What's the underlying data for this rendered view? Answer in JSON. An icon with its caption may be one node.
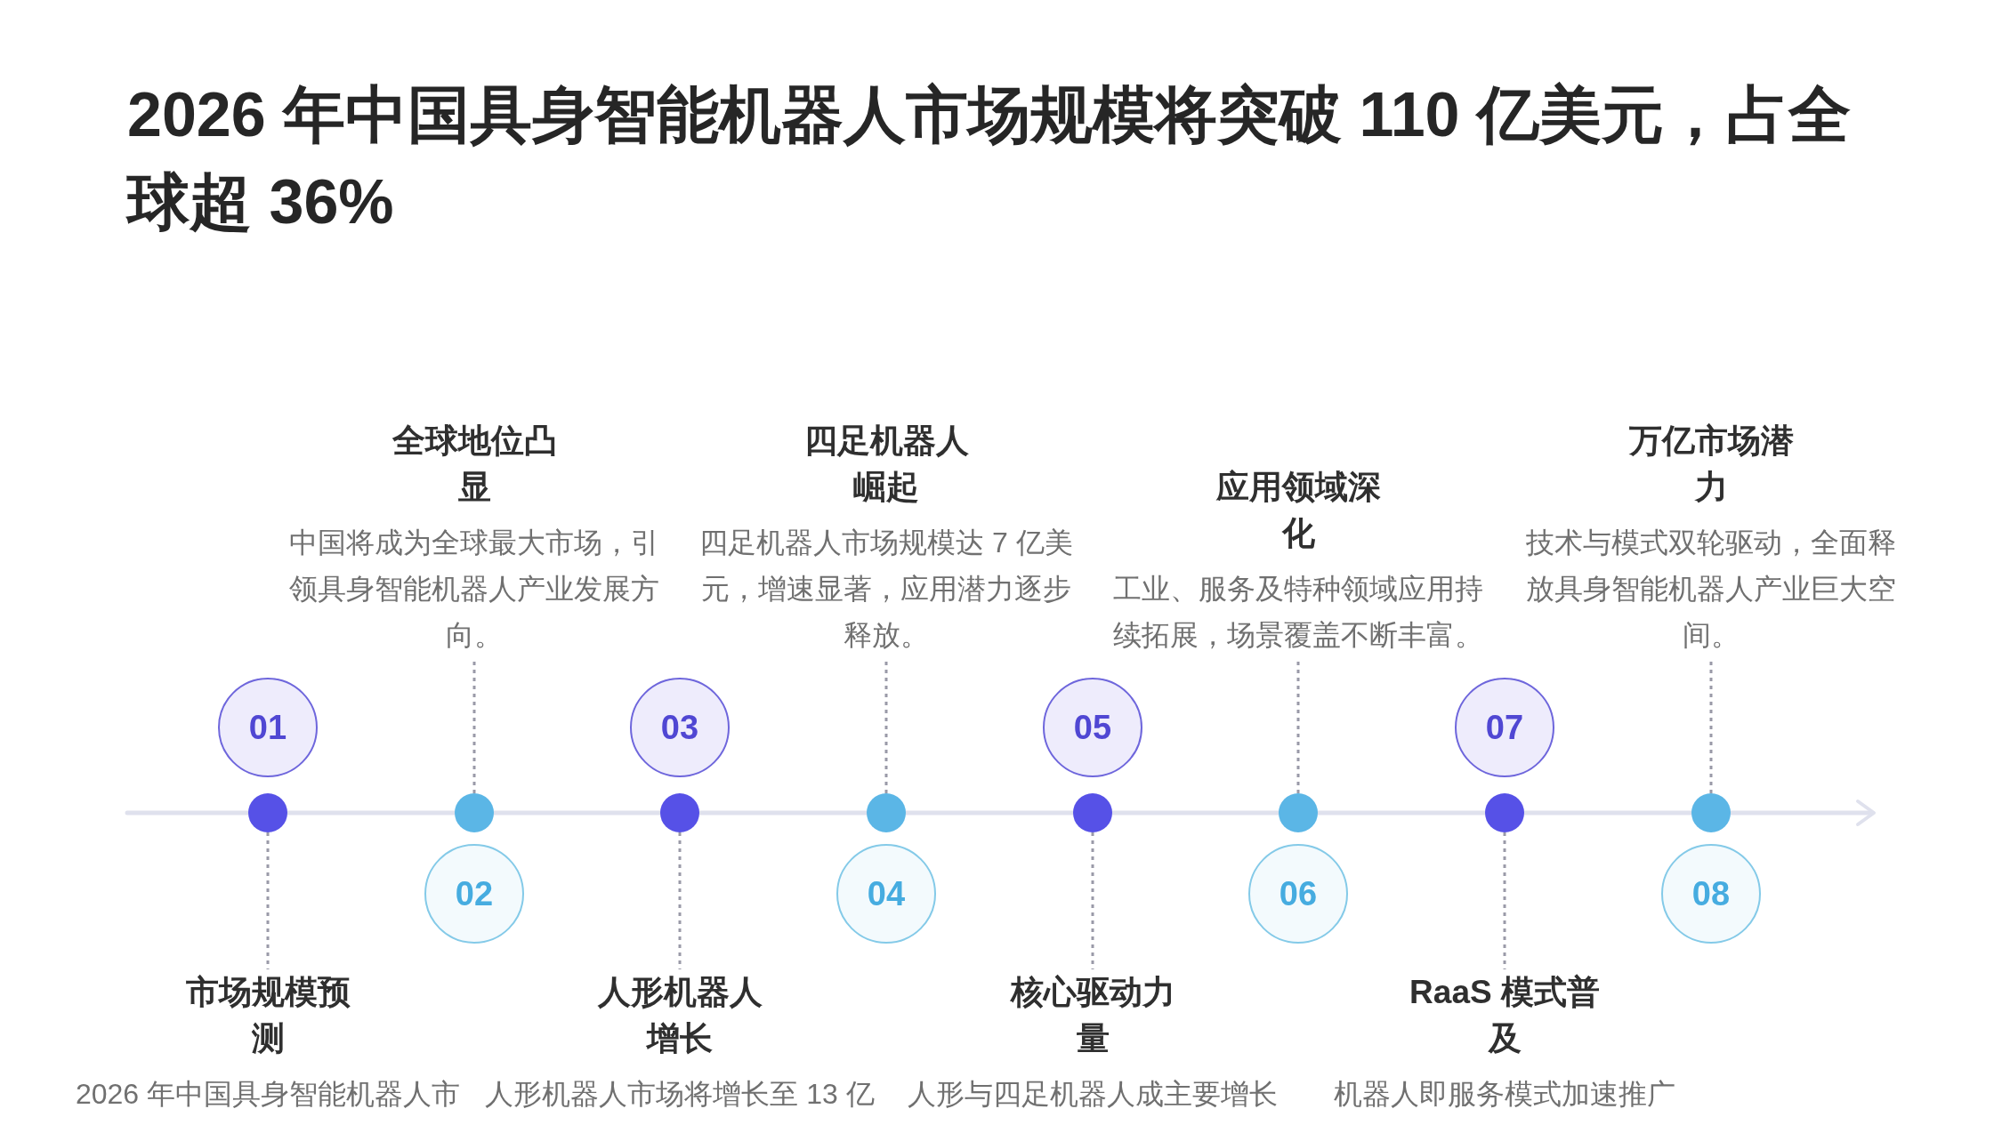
{
  "diagram": {
    "title": "2026 年中国具身智能机器人市场规模将突破 110 亿美元，占全球超 36%",
    "nodes": [
      {
        "text": [
          "01"
        ]
      },
      {
        "text": [],
        "shape": "circle"
      },
      {
        "text": [
          "市场规模预测",
          "2026 年中国具身智能机器人市"
        ]
      },
      {
        "text": [
          "02"
        ]
      },
      {
        "text": [],
        "shape": "circle"
      },
      {
        "text": [
          "全球地位凸显",
          "中国将成为全球最大市场，引领具身智能机器人产业发展方向。"
        ]
      },
      {
        "text": [
          "03"
        ]
      },
      {
        "text": [],
        "shape": "circle"
      },
      {
        "text": [
          "人形机器人增长",
          "人形机器人市场将增长至 13 亿"
        ]
      },
      {
        "text": [
          "04"
        ]
      },
      {
        "text": [],
        "shape": "circle"
      },
      {
        "text": [
          "四足机器人崛起",
          "四足机器人市场规模达 7 亿美元，增速显著，应用潜力逐步释放。"
        ]
      },
      {
        "text": [
          "05"
        ]
      },
      {
        "text": [],
        "shape": "circle"
      },
      {
        "text": [
          "核心驱动力量",
          "人形与四足机器人成主要增长"
        ]
      },
      {
        "text": [
          "06"
        ]
      },
      {
        "text": [],
        "shape": "circle"
      },
      {
        "text": [
          "应用领域深化",
          "工业、服务及特种领域应用持续拓展，场景覆盖不断丰富。"
        ]
      },
      {
        "text": [
          "07"
        ]
      },
      {
        "text": [],
        "shape": "circle"
      },
      {
        "text": [
          "RaaS 模式普及",
          "机器人即服务模式加速推广"
        ]
      },
      {
        "text": [
          "08"
        ]
      },
      {
        "text": [],
        "shape": "circle"
      },
      {
        "text": [
          "万亿市场潜力",
          "技术与模式双轮驱动，全面释放具身智能机器人产业巨大空间。"
        ]
      }
    ],
    "edges": [
      {
        "from": 1,
        "to": 2,
        "arrow": "none",
        "style": "dashed"
      },
      {
        "from": 4,
        "to": 5,
        "arrow": "none",
        "style": "dashed"
      },
      {
        "from": 7,
        "to": 8,
        "arrow": "none",
        "style": "dashed"
      },
      {
        "from": 10,
        "to": 11,
        "arrow": "none",
        "style": "dashed"
      },
      {
        "from": 13,
        "to": 14,
        "arrow": "none",
        "style": "dashed"
      },
      {
        "from": 16,
        "to": 17,
        "arrow": "none",
        "style": "dashed"
      },
      {
        "from": 19,
        "to": 20,
        "arrow": "none",
        "style": "dashed"
      },
      {
        "from": 22,
        "to": 23,
        "arrow": "none",
        "style": "dashed"
      }
    ]
  }
}
